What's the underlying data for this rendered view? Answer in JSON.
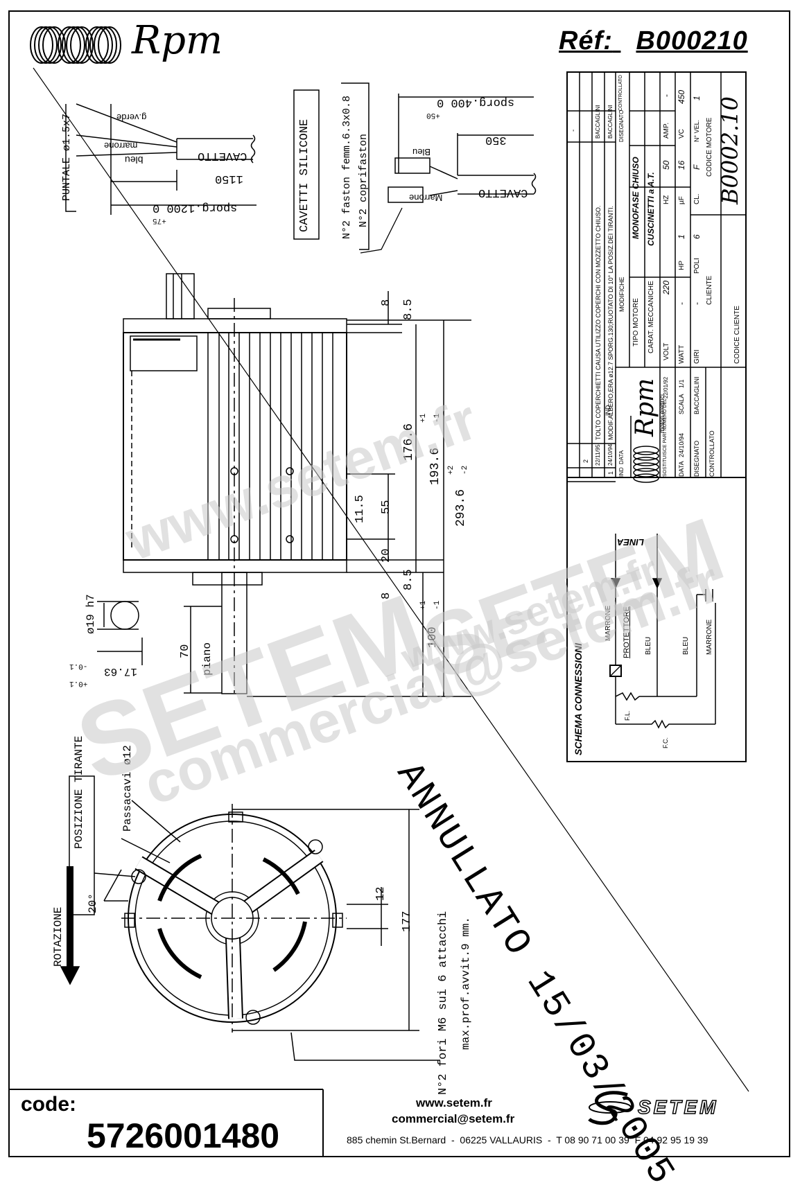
{
  "header": {
    "brand": "Rpm",
    "ref_label": "Réf:",
    "ref_value": "B000210"
  },
  "cable_left": {
    "puntale": "PUNTALE ø1.5x7",
    "wire_green": "g.verde",
    "wire_brown": "marrone",
    "wire_blue": "bleu",
    "cable": "CAVETTO",
    "len": "1150",
    "sporg": "sporg.1200 0",
    "tol": "+75"
  },
  "cavetti": "CAVETTI SILICONE",
  "faston": {
    "line1": "N°2 faston femm.6.3x0.8",
    "line2": "N°2 coprifaston"
  },
  "cable_right": {
    "sporg": "sporg.400 0",
    "tol": "+50",
    "len": "350",
    "wire_blue": "Bleu",
    "wire_brown": "Marrone",
    "cable": "CAVETTO"
  },
  "dims": {
    "d8a": "8",
    "d85a": "8.5",
    "d1766": "176.6",
    "d1936": "193.6",
    "d1936tol_up": "+1",
    "d1936tol_dn": "-1",
    "d2936": "293.6",
    "d2936tol_up": "+2",
    "d2936tol_dn": "-2",
    "d115": "11.5",
    "d55": "55",
    "d20": "20",
    "d8b": "8",
    "d85b": "8.5",
    "d100": "100",
    "d100tol_up": "+1",
    "d100tol_dn": "-1",
    "shaft": "ø19 h7",
    "flat": "17.63",
    "flat_tol_up": "+0.1",
    "flat_tol_dn": "-0.1",
    "d70": "70",
    "piano": "piano",
    "d12": "12",
    "d177": "177",
    "angle": "20°"
  },
  "front_view": {
    "posizione": "POSIZIONE TIRANTE",
    "passacavi": "Passacavi ø12",
    "rotazione": "ROTAZIONE",
    "fori": "N°2 fori M6 sui 6 attacchi",
    "prof": "max.prof.avvit.9 mm."
  },
  "annullato": "ANNULLATO 15/03/2005",
  "title_block": {
    "revisions": [
      {
        "ind": "2",
        "data": "22/11/95",
        "modifiche": "TOLTO COPERCHIETTI CAUSA UTILIZZO COPERCHI CON MOZZETTO CHIUSO.",
        "disegnato": "BACCAGLINI"
      },
      {
        "ind": "1",
        "data": "24/10/94",
        "modifiche": "MODIF.ALBERO,ERA ø12.7 SPORG.130;RUOTATO DI 10° LA POSIZ.DEI TIRANTI.",
        "disegnato": "BACCAGLINI"
      }
    ],
    "headers": {
      "ind": "IND",
      "data": "DATA",
      "modifiche": "MODIFICHE",
      "disegnato": "DISEGNATO",
      "controllato": "CONTROLLATO"
    },
    "dash": "-",
    "tipo_motore_label": "TIPO MOTORE",
    "tipo_motore": "MONOFASE CHIUSO",
    "carat_label": "CARAT. MECCANICHE",
    "carat": "CUSCINETTI a A.T.",
    "volt_label": "VOLT",
    "volt": "220",
    "hz_label": "HZ",
    "hz": "50",
    "amp_label": "AMP.",
    "amp": "-",
    "watt_label": "WATT",
    "watt": "-",
    "hp_label": "HP",
    "hp": "1",
    "uf_label": "µF",
    "uf": "16",
    "vc_label": "VC",
    "vc": "450",
    "giri_label": "GIRI",
    "giri": "-",
    "poli_label": "POLI",
    "poli": "6",
    "cl_label": "CL.",
    "cl": "F",
    "vel_label": "N° VEL.",
    "vel": "1",
    "cliente_label": "CLIENTE",
    "codice_motore_label": "CODICE MOTORE",
    "codice_motore": "B0002.10",
    "codice_cliente_label": "CODICE CLIENTE",
    "brand": "Rpm",
    "brand_sub": "motori elettrici",
    "sostituisce": "SOSTITUISCE PARI NUMERO DEL",
    "sostituisce_date": "22/01/92",
    "data_label": "DATA",
    "data": "24/10/94",
    "scala_label": "SCALA",
    "scala": "1/1",
    "disegnato_label": "DISEGNATO",
    "disegnato": "BACCAGLINI",
    "controllato_label": "CONTROLLATO"
  },
  "schema": {
    "title": "SCHEMA CONNESSIONI",
    "linea": "LINEA",
    "marrone1": "MARRONE",
    "protettore": "PROTETTORE",
    "bleu1": "BLEU",
    "bleu2": "BLEU",
    "marrone2": "MARRONE",
    "fl": "F.L.",
    "fc": "F.C."
  },
  "watermarks": {
    "w1": "www.setem.fr",
    "w2": "SETEM",
    "w3": "SETEM",
    "w4": "commercial@setem.fr",
    "w5": "www.setem.fr"
  },
  "footer": {
    "code_label": "code:",
    "code": "5726001480",
    "web": "www.setem.fr",
    "email": "commercial@setem.fr",
    "brand": "SETEM",
    "address": "885 chemin St.Bernard  -  06225 VALLAURIS  -  T 08 90 71 00 39  F 04 92 95 19 39"
  }
}
